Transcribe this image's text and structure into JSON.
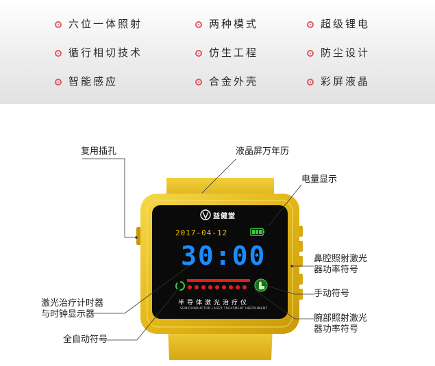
{
  "features": [
    [
      "六位一体照射",
      "两种模式",
      "超级锂电"
    ],
    [
      "循行相切技术",
      "仿生工程",
      "防尘设计"
    ],
    [
      "智能感应",
      "合金外壳",
      "彩屏液晶"
    ]
  ],
  "screen": {
    "brand": "益健堂",
    "date": "2017-04-12",
    "time": "30:00",
    "device_name": "半导体激光治疗仪",
    "device_name_en": "SEMICONDUCTOR LASER TREATMENT INSTRUMENT"
  },
  "callouts": {
    "port": "复用插孔",
    "calendar": "液晶屏万年历",
    "battery": "电量显示",
    "nasal_1": "鼻腔照射激光",
    "nasal_2": "器功率符号",
    "timer_1": "激光治疗计时器",
    "timer_2": "与时钟显示器",
    "manual": "手动符号",
    "auto": "全自动符号",
    "wrist_1": "腕部照射激光",
    "wrist_2": "器功率符号"
  },
  "colors": {
    "accent": "#e25a5a",
    "gold": "#e3b718",
    "digit_blue": "#1a8cff",
    "date_yellow": "#f0c000",
    "bar_red": "#e02020"
  }
}
